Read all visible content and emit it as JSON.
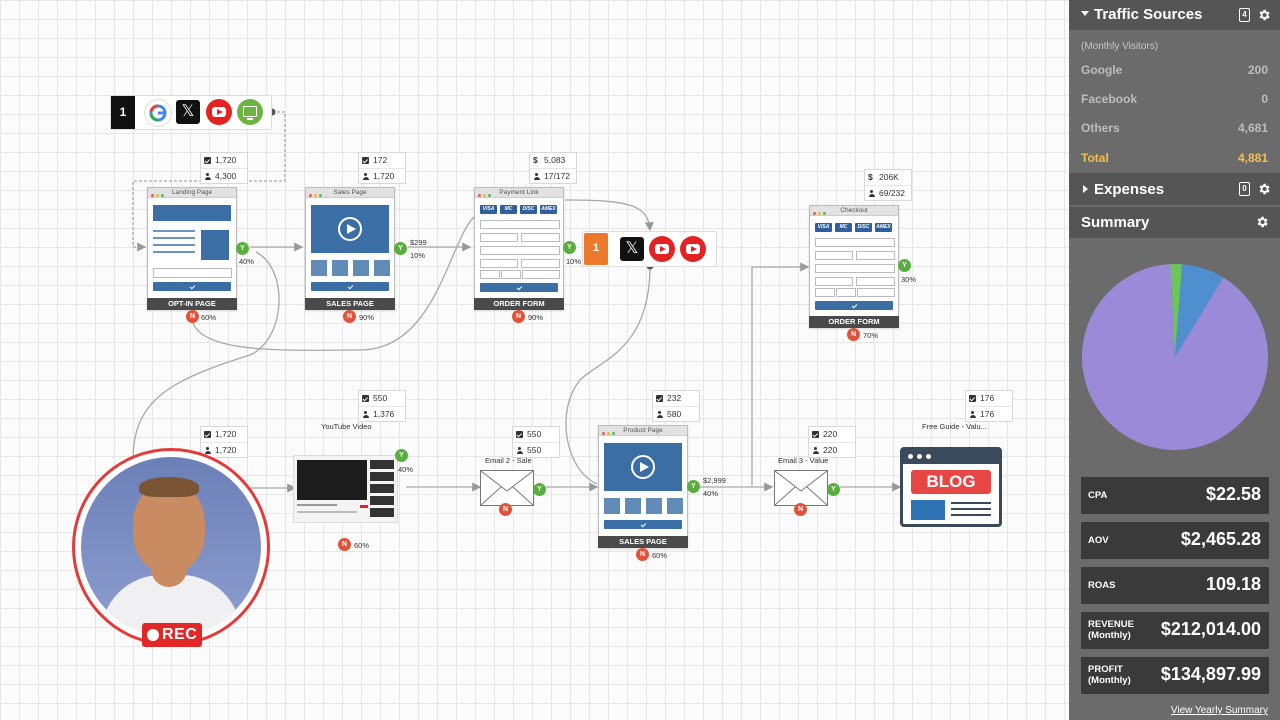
{
  "sidebar": {
    "traffic_title": "Traffic Sources",
    "traffic_badge": "4",
    "subtitle": "(Monthly Visitors)",
    "sources": [
      {
        "label": "Google",
        "value": "200"
      },
      {
        "label": "Facebook",
        "value": "0"
      },
      {
        "label": "Others",
        "value": "4,681"
      }
    ],
    "total": {
      "label": "Total",
      "value": "4,881"
    },
    "expenses_title": "Expenses",
    "expenses_badge": "0",
    "summary_title": "Summary",
    "pie": {
      "slices": [
        {
          "color": "#9b8ad8",
          "value": 0.905
        },
        {
          "color": "#6cc659",
          "value": 0.02
        },
        {
          "color": "#4f8fd0",
          "value": 0.075
        }
      ]
    },
    "metrics": [
      {
        "label": "CPA",
        "value": "$22.58"
      },
      {
        "label": "AOV",
        "value": "$2,465.28"
      },
      {
        "label": "ROAS",
        "value": "109.18"
      },
      {
        "label": "REVENUE",
        "sub": "(Monthly)",
        "value": "$212,014.00"
      },
      {
        "label": "PROFIT",
        "sub": "(Monthly)",
        "value": "$134,897.99"
      }
    ],
    "yearly_link": "View Yearly Summary"
  },
  "canvas": {
    "traffic_group": {
      "count": "1",
      "icons": [
        "google-icon",
        "x-icon",
        "youtube-icon",
        "monitor-icon"
      ]
    },
    "optin": {
      "header": "Landing Page",
      "footer": "OPT-IN PAGE",
      "stat1": "1,720",
      "stat2": "4,300",
      "yes_pct": "40%",
      "no_pct": "60%"
    },
    "sales": {
      "header": "Sales Page",
      "footer": "SALES PAGE",
      "stat1": "172",
      "stat2": "1,720",
      "price": "$299",
      "yes_pct": "10%",
      "no_pct": "90%"
    },
    "order": {
      "header": "Payment Link",
      "footer": "ORDER FORM",
      "stat1": "5,083",
      "stat2": "17/172",
      "yes_pct": "10%",
      "no_pct": "90%"
    },
    "checkout": {
      "header": "Checkout",
      "footer": "ORDER FORM",
      "stat1": "206K",
      "stat2": "69/232",
      "yes_pct": "30%",
      "no_pct": "70%"
    },
    "retarget_group": {
      "count": "1",
      "icons": [
        "x-icon",
        "youtube-icon",
        "youtube-icon"
      ]
    },
    "youtube": {
      "label": "YouTube Video",
      "stat1": "550",
      "stat2": "1,376",
      "yes_pct": "40%",
      "no_pct": "60%"
    },
    "optin_bottom": {
      "stat1": "1,720",
      "stat2": "1,720"
    },
    "email2": {
      "label": "Email 2 - Sale",
      "stat1": "550",
      "stat2": "550"
    },
    "product": {
      "header": "Product Page",
      "footer": "SALES PAGE",
      "stat1": "232",
      "stat2": "580",
      "price": "$2,999",
      "yes_pct": "40%",
      "no_pct": "60%"
    },
    "email3": {
      "label": "Email 3 - Value",
      "stat1": "220",
      "stat2": "220"
    },
    "blog": {
      "label": "Free Guide - Valu...",
      "stat1": "176",
      "stat2": "176",
      "text": "BLOG"
    },
    "rec_label": "REC",
    "yes": "Y",
    "no": "N"
  }
}
